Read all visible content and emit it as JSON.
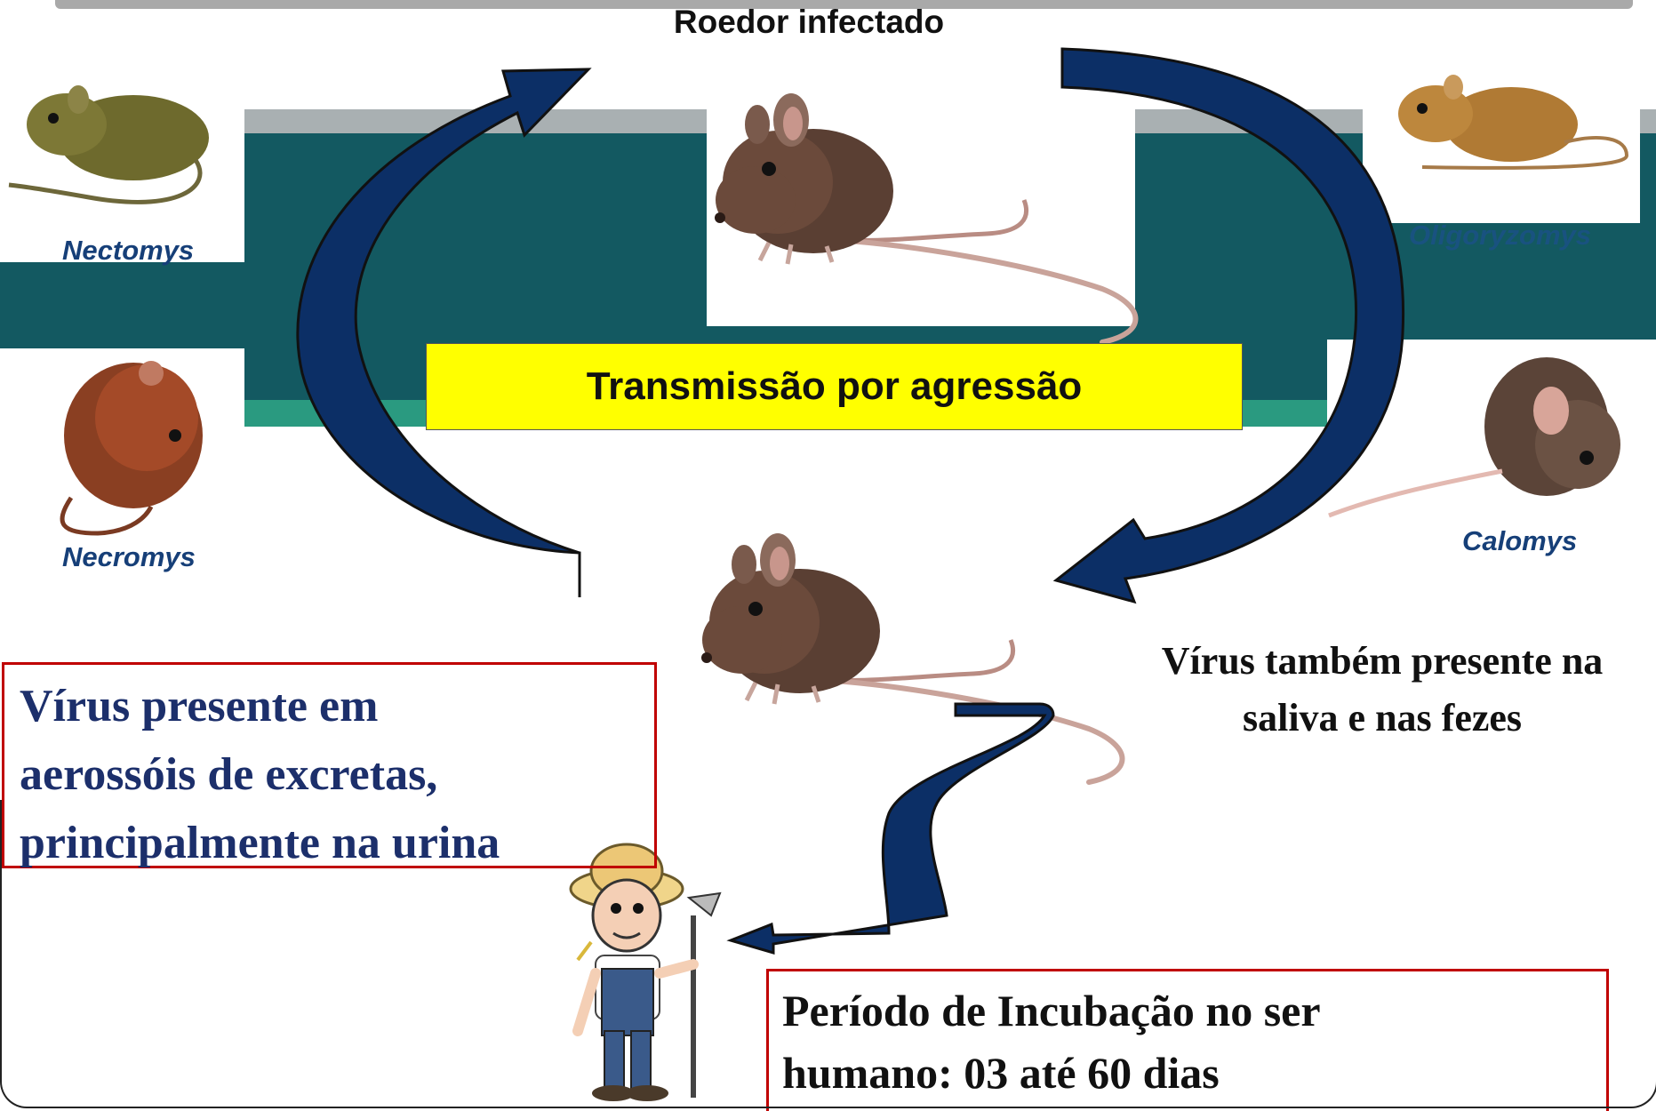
{
  "title": "Roedor infectado",
  "transmission": "Transmissão por agressão",
  "species": {
    "top_left": "Nectomys",
    "bottom_left": "Necromys",
    "top_right": "Oligoryzomys",
    "bottom_right": "Calomys"
  },
  "notes": {
    "aerosol": [
      "Vírus presente em",
      "aerossóis de excretas,",
      "principalmente na urina"
    ],
    "saliva": [
      "Vírus também presente na",
      "saliva e nas fezes"
    ],
    "incubation": [
      "Período de Incubação no ser",
      "humano: 03 até 60 dias"
    ]
  },
  "colors": {
    "arrow": "#0c2f66",
    "teal_band": "#135961",
    "highlight": "#ffff00",
    "note_border": "#c00000",
    "note_text": "#1c2f6b"
  }
}
